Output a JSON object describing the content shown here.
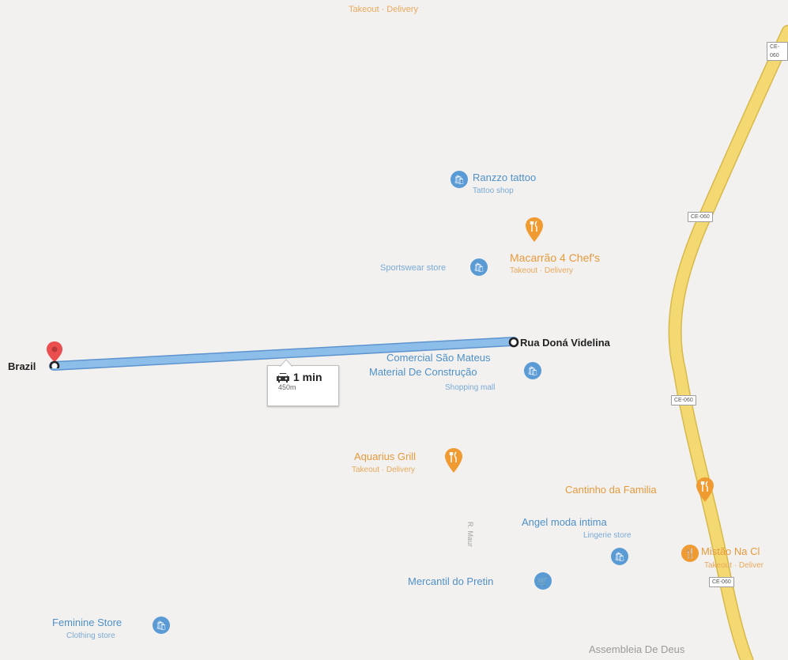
{
  "map": {
    "top_label": "Takeout · Delivery",
    "origin": {
      "name": "Brazil"
    },
    "destination": {
      "name": "Rua Doná Videlina"
    },
    "route": {
      "duration": "1 min",
      "distance": "450m",
      "color": "#7fb2e5"
    },
    "highway": {
      "code": "CE-060",
      "color": "#f2d66b"
    },
    "street_label": "R. Maur",
    "pois": [
      {
        "id": "ranzzo",
        "name": "Ranzzo tattoo",
        "category": "Tattoo shop",
        "icon": "shopping-bag-icon"
      },
      {
        "id": "macarrao",
        "name": "Macarrão 4 Chef's",
        "category": "Takeout · Delivery",
        "icon": "fork-knife-icon"
      },
      {
        "id": "sportswear",
        "name": "Sportswear store",
        "icon": "shopping-bag-icon"
      },
      {
        "id": "comercial",
        "name": "Comercial São Mateus",
        "name2": "Material De Construção",
        "category": "Shopping mall",
        "icon": "shopping-bag-icon"
      },
      {
        "id": "aquarius",
        "name": "Aquarius Grill",
        "category": "Takeout · Delivery",
        "icon": "fork-knife-icon"
      },
      {
        "id": "cantinho",
        "name": "Cantinho da Familia",
        "icon": "fork-knife-icon"
      },
      {
        "id": "angel",
        "name": "Angel moda intima",
        "category": "Lingerie store",
        "icon": "shopping-bag-icon"
      },
      {
        "id": "mistao",
        "name": "Mistão Na Cl",
        "category": "Takeout · Deliver",
        "icon": "fork-knife-icon"
      },
      {
        "id": "mercantil",
        "name": "Mercantil do Pretin",
        "icon": "shopping-cart-icon"
      },
      {
        "id": "feminine",
        "name": "Feminine Store",
        "category": "Clothing store",
        "icon": "shopping-bag-icon"
      },
      {
        "id": "assembleia",
        "name": "Assembleia De Deus"
      }
    ]
  }
}
